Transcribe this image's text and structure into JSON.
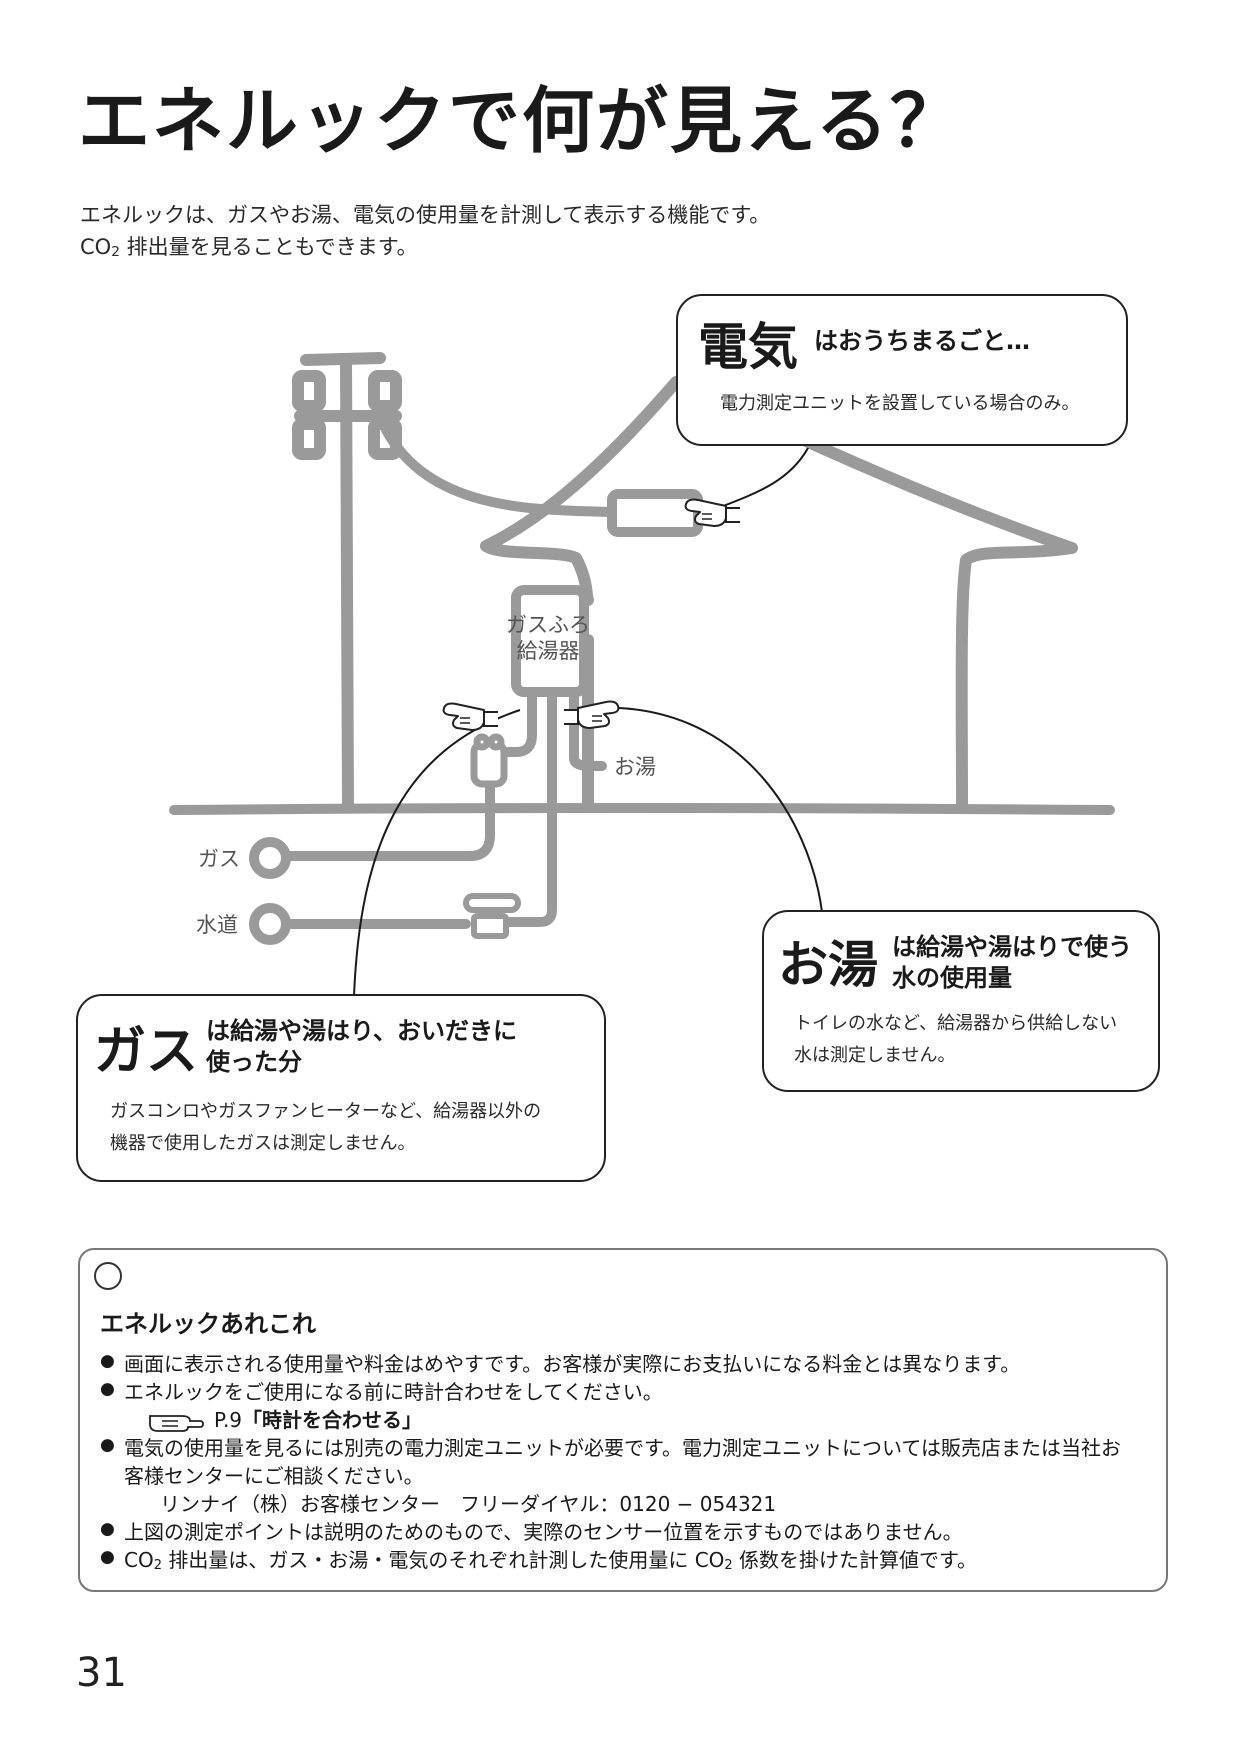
{
  "title": "エネルックで何が見える？",
  "intro": {
    "line1": "エネルックは、ガスやお湯、電気の使用量を計測して表示する機能です。",
    "line2_co": "CO",
    "line2_sub": "2",
    "line2_rest": " 排出量を見ることもできます。"
  },
  "diagram": {
    "unit_label_line1": "ガスふろ",
    "unit_label_line2": "給湯器",
    "hot_water_label": "お湯",
    "gas_label": "ガス",
    "water_label": "水道"
  },
  "callouts": {
    "electricity": {
      "big": "電気",
      "lead": "はおうちまるごと…",
      "note": "電力測定ユニットを設置している場合のみ。"
    },
    "hot_water": {
      "big": "お湯",
      "lead_line1": "は給湯や湯はりで使う",
      "lead_line2": "水の使用量",
      "note_line1": "トイレの水など、給湯器から供給しない",
      "note_line2": "水は測定しません。"
    },
    "gas": {
      "big": "ガス",
      "lead_line1": "は給湯や湯はり、おいだきに",
      "lead_line2": "使った分",
      "note_line1": "ガスコンロやガスファンヒーターなど、給湯器以外の",
      "note_line2": "機器で使用したガスは測定しません。"
    }
  },
  "tips": {
    "heading": "エネルックあれこれ",
    "item1": "画面に表示される使用量や料金はめやすです。お客様が実際にお支払いになる料金とは異なります。",
    "item2": "エネルックをご使用になる前に時計合わせをしてください。",
    "item2_ref_page": "P.9",
    "item2_ref_title": "「時計を合わせる」",
    "item3_line1": "電気の使用量を見るには別売の電力測定ユニットが必要です。電力測定ユニットについては販売店または当社お",
    "item3_line2": "客様センターにご相談ください。",
    "item3_contact": "リンナイ（株）お客様センター　フリーダイヤル：0120 − 054321",
    "item4": "上図の測定ポイントは説明のためのもので、実際のセンサー位置を示すものではありません。",
    "item5_a": "CO",
    "item5_sub": "2",
    "item5_b": " 排出量は、ガス・お湯・電気のそれぞれ計測した使用量に CO",
    "item5_sub2": "2",
    "item5_c": " 係数を掛けた計算値です。"
  },
  "page_number": "31"
}
